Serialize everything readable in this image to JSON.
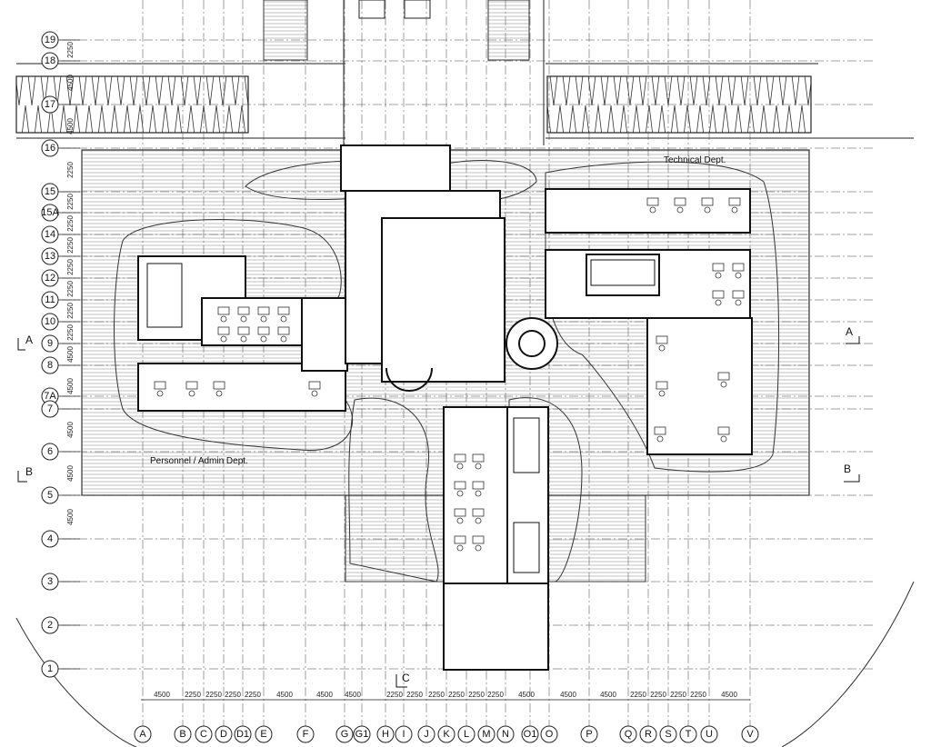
{
  "drawing": {
    "department_labels": {
      "technical": "Technical Dept.",
      "personnel": "Personnel / Admin Dept."
    },
    "section_markers": {
      "a_left": "A",
      "a_right": "A",
      "b_left": "B",
      "b_right": "B",
      "c_bottom": "C"
    }
  },
  "grid": {
    "rows": [
      "19",
      "18",
      "17",
      "16",
      "15",
      "15A",
      "14",
      "13",
      "12",
      "11",
      "10",
      "9",
      "8",
      "7A",
      "7",
      "6",
      "5",
      "4",
      "3",
      "2",
      "1"
    ],
    "columns": [
      "A",
      "B",
      "C",
      "D",
      "D1",
      "E",
      "F",
      "G",
      "G1",
      "H",
      "I",
      "J",
      "K",
      "L",
      "M",
      "N",
      "O1",
      "O",
      "P",
      "Q",
      "R",
      "S",
      "T",
      "U",
      "V"
    ],
    "row_dimensions": [
      "2250",
      "4500",
      "4500",
      "2250",
      "2250",
      "2250",
      "2250",
      "2250",
      "2250",
      "2250",
      "2250",
      "4500",
      "4500",
      "4500",
      "4500",
      "4500"
    ],
    "column_dimensions": [
      "4500",
      "2250",
      "2250",
      "2250",
      "2250",
      "4500",
      "4500",
      "4500",
      "2250",
      "2250",
      "2250",
      "2250",
      "2250",
      "2250",
      "4500",
      "4500",
      "4500",
      "2250",
      "2250",
      "2250",
      "2250",
      "4500"
    ]
  }
}
